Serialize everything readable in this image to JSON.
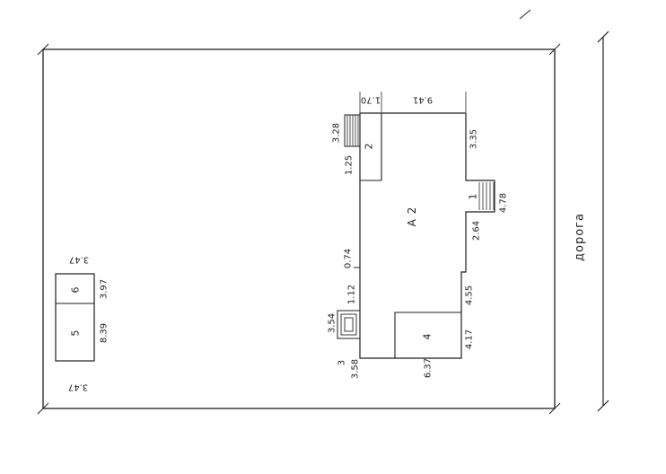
{
  "plan": {
    "road_label": "дорога",
    "main": {
      "label": "А 2",
      "room2": "2",
      "part1": "1",
      "room4": "4",
      "porch3": "3"
    },
    "outbuilding": {
      "unit6": "6",
      "unit5": "5"
    },
    "dims": {
      "top_left": "1.70",
      "top_right": "9.41",
      "attach_height": "3.28",
      "attach_width": "1.25",
      "right_upper": "3.35",
      "part1_width": "4.78",
      "part1_height": "2.64",
      "left_offset": "0.74",
      "left_lower": "1.12",
      "porch_height": "3.54",
      "right_mid": "4.55",
      "right_lower": "4.17",
      "bottom_left": "3.58",
      "bottom_right": "6.37",
      "ob_top": "3.47",
      "ob_side_upper": "3.97",
      "ob_side_lower": "8.39",
      "ob_bottom": "3.47"
    }
  }
}
